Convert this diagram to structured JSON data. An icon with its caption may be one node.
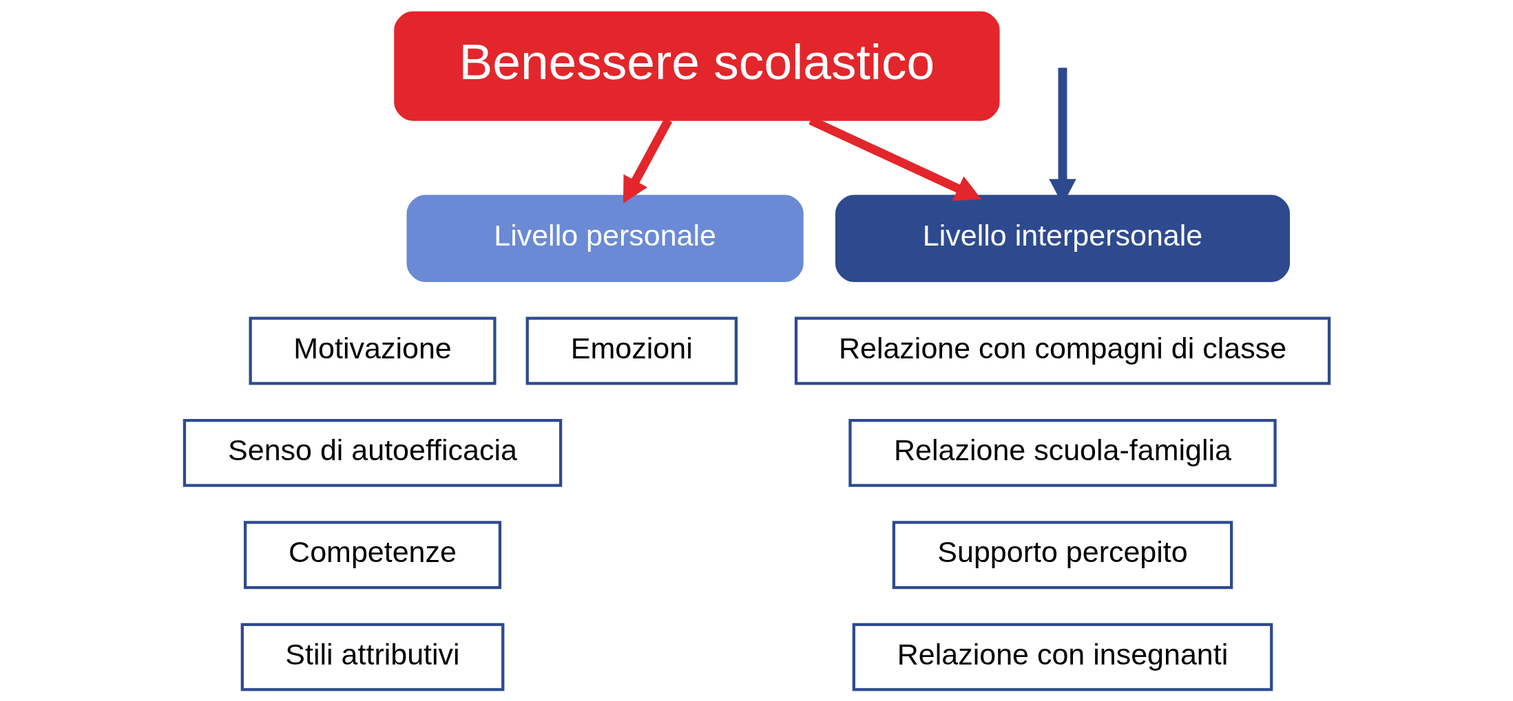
{
  "diagram": {
    "nodes": [
      {
        "text": [
          "Benessere scolastico"
        ]
      },
      {
        "text": [
          "Livello personale"
        ]
      },
      {
        "text": [
          "Livello interpersonale"
        ]
      },
      {
        "text": [
          "Motivazione"
        ]
      },
      {
        "text": [
          "Emozioni"
        ]
      },
      {
        "text": [
          "Senso di autoefficacia"
        ]
      },
      {
        "text": [
          "Competenze"
        ]
      },
      {
        "text": [
          "Stili attributivi"
        ]
      },
      {
        "text": [
          "Relazione con compagni di classe"
        ]
      },
      {
        "text": [
          "Relazione scuola-famiglia"
        ]
      },
      {
        "text": [
          "Supporto percepito"
        ]
      },
      {
        "text": [
          "Relazione con insegnanti"
        ]
      }
    ],
    "edges": [
      {
        "from": 0,
        "to": 1,
        "arrow": "to"
      },
      {
        "from": 0,
        "to": 2,
        "arrow": "to"
      },
      {
        "from": null,
        "to": 2,
        "arrow": "to",
        "color": "#2e4a8f"
      }
    ]
  }
}
